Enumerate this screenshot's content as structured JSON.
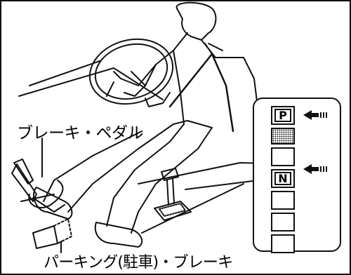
{
  "labels": {
    "brake_pedal": "ブレーキ・ペダル",
    "parking_brake": "パーキング(駐車)・ブレーキ"
  },
  "shift_gate": {
    "positions": [
      {
        "id": "P",
        "text": "P",
        "arrow": true
      },
      {
        "id": "P-R",
        "text": "",
        "dotted": true
      },
      {
        "id": "R",
        "text": ""
      },
      {
        "id": "N",
        "text": "N",
        "arrow": true
      },
      {
        "id": "D",
        "text": ""
      },
      {
        "id": "2",
        "text": ""
      },
      {
        "id": "L",
        "text": ""
      }
    ]
  },
  "icons": [
    "driver-figure",
    "steering-wheel",
    "brake-pedal",
    "parking-brake-pedal",
    "shift-lever",
    "arrow-left-icon"
  ]
}
